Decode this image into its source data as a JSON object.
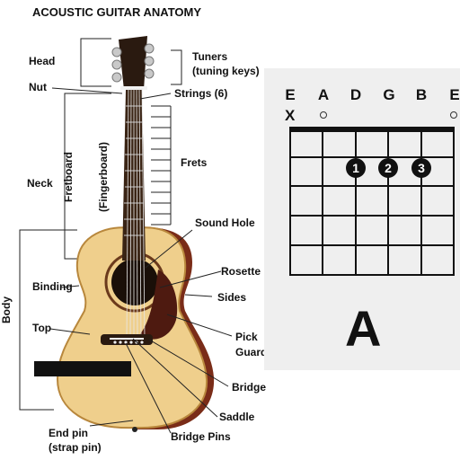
{
  "title": "ACOUSTIC GUITAR ANATOMY",
  "labels": {
    "head": "Head",
    "nut": "Nut",
    "tuners": "Tuners",
    "tuners_sub": "(tuning keys)",
    "strings": "Strings (6)",
    "fretboard": "Fretboard",
    "fingerboard": "(Fingerboard)",
    "neck": "Neck",
    "frets": "Frets",
    "sound_hole": "Sound Hole",
    "rosette": "Rosette",
    "binding": "Binding",
    "sides": "Sides",
    "body": "Body",
    "top": "Top",
    "pick": "Pick",
    "guard": "Guard",
    "bridge": "Bridge",
    "saddle": "Saddle",
    "end_pin": "End pin",
    "strap_pin": "(strap pin)",
    "bridge_pins": "Bridge Pins"
  },
  "chord": {
    "strings": [
      "E",
      "A",
      "D",
      "G",
      "B",
      "E"
    ],
    "markers": [
      "X",
      "o",
      "",
      "",
      "",
      "o"
    ],
    "fingers": [
      "1",
      "2",
      "3"
    ],
    "name": "A"
  },
  "colors": {
    "wood_top": "#efcf8c",
    "wood_dark": "#8b3a22",
    "pickguard": "#5a1f14",
    "panel_bg": "#efefef",
    "ink": "#111111"
  }
}
